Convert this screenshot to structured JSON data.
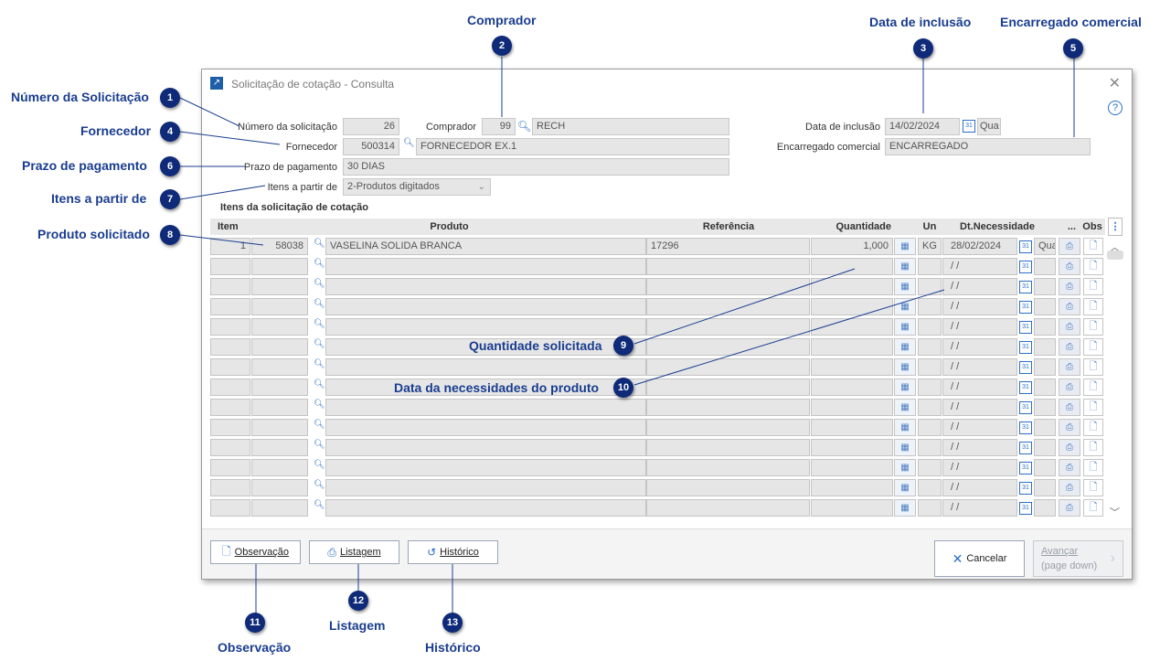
{
  "annotations": {
    "a1": "Número da Solicitação",
    "a2": "Comprador",
    "a3": "Data de inclusão",
    "a4": "Fornecedor",
    "a5": "Encarregado comercial",
    "a6": "Prazo de pagamento",
    "a7": "Itens a partir de",
    "a8": "Produto solicitado",
    "a9": "Quantidade solicitada",
    "a10": "Data da necessidades do produto",
    "a11": "Observação",
    "a12": "Listagem",
    "a13": "Histórico"
  },
  "badges": [
    "1",
    "2",
    "3",
    "4",
    "5",
    "6",
    "7",
    "8",
    "9",
    "10",
    "11",
    "12",
    "13"
  ],
  "window": {
    "title": "Solicitação de cotação - Consulta",
    "close": "✕",
    "help": "?"
  },
  "form": {
    "numero_label": "Número da solicitação",
    "numero_value": "26",
    "comprador_label": "Comprador",
    "comprador_code": "99",
    "comprador_name": "RECH",
    "fornecedor_label": "Fornecedor",
    "fornecedor_code": "500314",
    "fornecedor_name": "FORNECEDOR EX.1",
    "prazo_label": "Prazo de pagamento",
    "prazo_value": "30 DIAS",
    "itens_label": "Itens a partir de",
    "itens_value": "2-Produtos digitados",
    "data_label": "Data de inclusão",
    "data_value": "14/02/2024",
    "data_dow": "Qua",
    "encarregado_label": "Encarregado comercial",
    "encarregado_value": "ENCARREGADO"
  },
  "grid": {
    "section_title": "Itens da solicitação de cotação",
    "headers": {
      "item": "Item",
      "produto": "Produto",
      "referencia": "Referência",
      "quantidade": "Quantidade",
      "un": "Un",
      "dt": "Dt.Necessidade",
      "dots": "...",
      "obs": "Obs"
    },
    "row1": {
      "item": "1",
      "codigo": "58038",
      "produto": "VASELINA SOLIDA BRANCA",
      "referencia": "17296",
      "quantidade": "1,000",
      "un": "KG",
      "dt": "28/02/2024",
      "dow": "Qua"
    },
    "empty_date": "/ /"
  },
  "footer": {
    "observacao": "Observação",
    "listagem": "Listagem",
    "historico": "Histórico",
    "cancelar": "Cancelar",
    "avancar": "Avançar",
    "avancar_sub": "(page down)"
  },
  "colors": {
    "annotation_text": "#1a3d8f",
    "badge": "#0e2a78",
    "accent": "#2a6fc9"
  }
}
